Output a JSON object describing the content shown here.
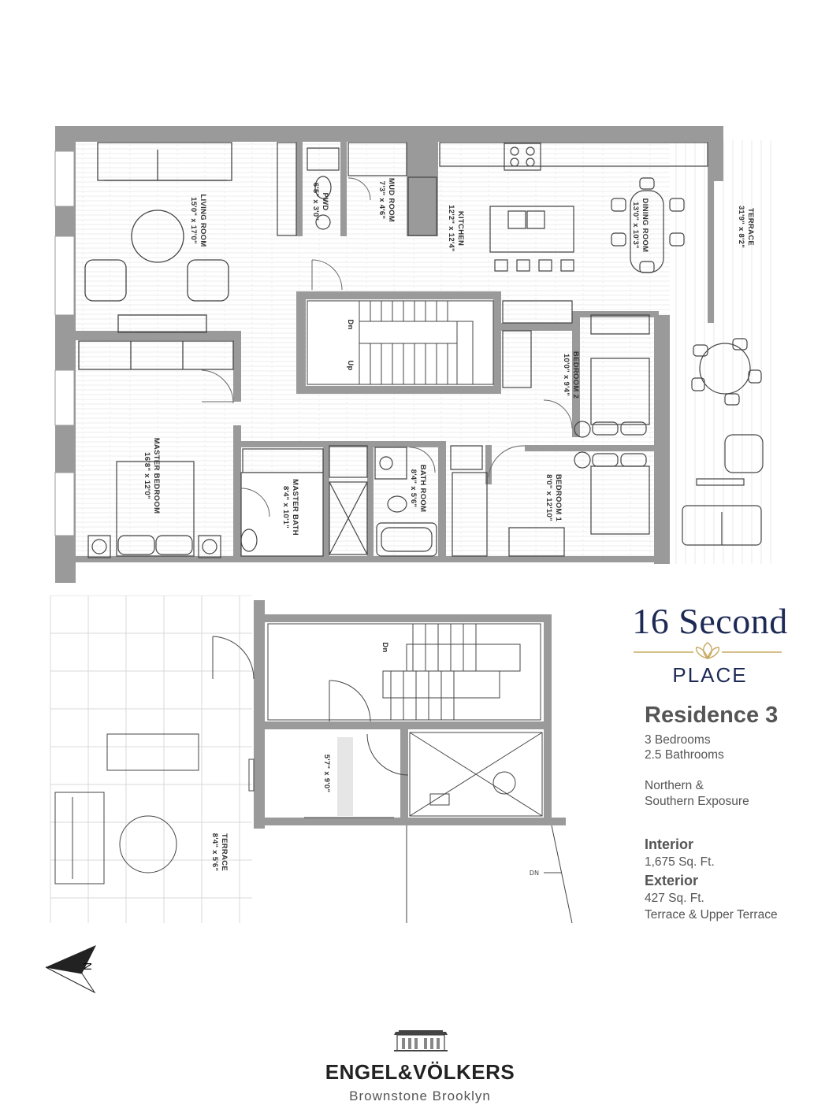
{
  "plan": {
    "rooms": {
      "living_room": {
        "name": "LIVING ROOM",
        "dims": "15'0\" x 17'0\""
      },
      "pwd": {
        "name": "PWD",
        "dims": "6'5\" x 3'0\""
      },
      "mud_room": {
        "name": "MUD ROOM",
        "dims": "7'3\" x 4'6\""
      },
      "kitchen": {
        "name": "KITCHEN",
        "dims": "12'2\" x 12'4\""
      },
      "dining_room": {
        "name": "DINING ROOM",
        "dims": "13'0\" x 10'3\""
      },
      "terrace_main": {
        "name": "TERRACE",
        "dims": "31'9\" x 8'2\""
      },
      "bedroom_2": {
        "name": "BEDROOM 2",
        "dims": "10'0\" x 9'4\""
      },
      "master_bedroom": {
        "name": "MASTER BEDROOM",
        "dims": "16'8\" x 12'0\""
      },
      "master_bath": {
        "name": "MASTER BATH",
        "dims": "8'4\" x 10'1\""
      },
      "bathroom": {
        "name": "BATH ROOM",
        "dims": "8'4\" x 5'6\""
      },
      "bedroom_1": {
        "name": "BEDROOM 1",
        "dims": "8'0\" x 12'10\""
      },
      "upper_closet": {
        "dims": "5'7\" x 9'0\""
      },
      "upper_terrace": {
        "name": "TERRACE",
        "dims": "8'4\" x 5'6\""
      }
    },
    "stairs": {
      "dn": "Dn",
      "up": "Up"
    },
    "upper_dn": "Dn",
    "upper_dn_right": "DN",
    "compass": "N"
  },
  "brand": {
    "title": "16 Second",
    "subtitle": "PLACE"
  },
  "residence": {
    "title": "Residence 3",
    "bedrooms": "3 Bedrooms",
    "bathrooms": "2.5 Bathrooms",
    "exposure_1": "Northern &",
    "exposure_2": "Southern Exposure",
    "interior_label": "Interior",
    "interior_value": "1,675 Sq. Ft.",
    "exterior_label": "Exterior",
    "exterior_value": "427 Sq. Ft.",
    "exterior_note": "Terrace & Upper Terrace"
  },
  "agency": {
    "name": "ENGEL&VÖLKERS",
    "office": "Brownstone Brooklyn"
  },
  "colors": {
    "wall": "#8c8c8c",
    "navy": "#1d2a55",
    "gold": "#c9a860",
    "text_gray": "#555555"
  }
}
